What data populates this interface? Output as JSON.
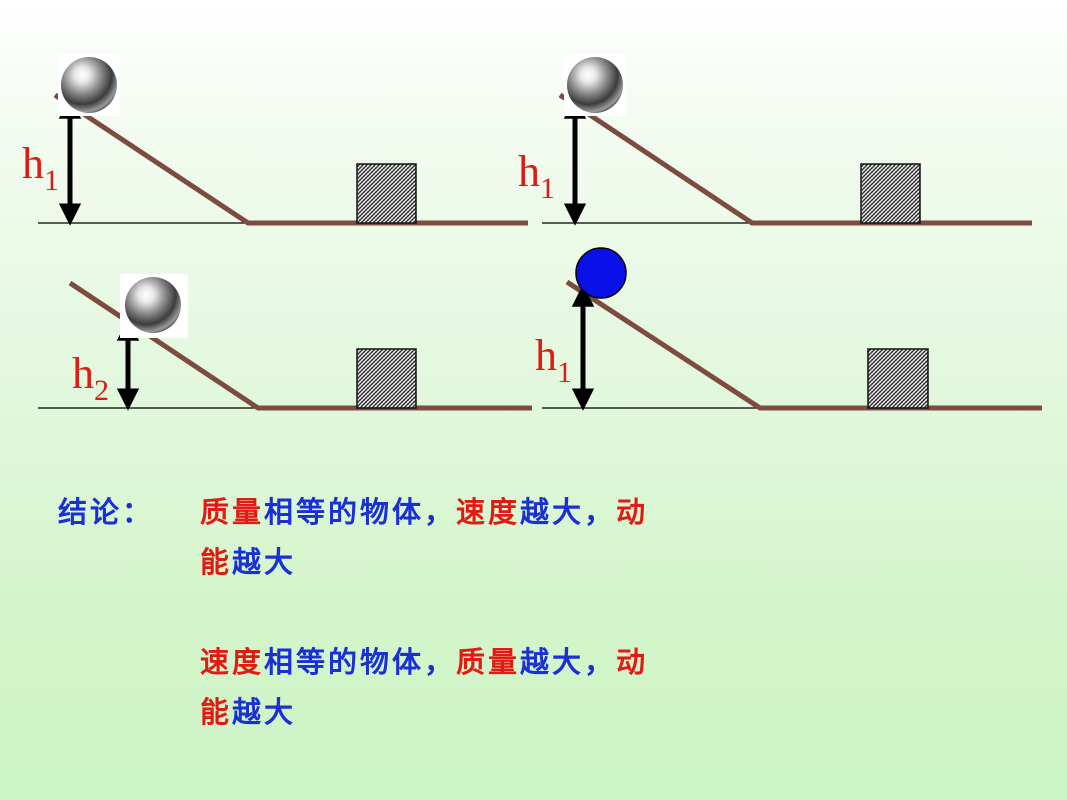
{
  "colors": {
    "ramp": "#7d4b3f",
    "ground_line": "#000000",
    "label_red": "#e11b14",
    "text_blue": "#1a2fd6",
    "blue_ball": "#0a10e8"
  },
  "panels": [
    {
      "height_label": "h",
      "height_subscript": "1",
      "ball": "steel-ball"
    },
    {
      "height_label": "h",
      "height_subscript": "1",
      "ball": "steel-ball"
    },
    {
      "height_label": "h",
      "height_subscript": "2",
      "ball": "steel-ball"
    },
    {
      "height_label": "h",
      "height_subscript": "1",
      "ball": "blue-ball"
    }
  ],
  "conclusion": {
    "label": "结论：",
    "statement_1": {
      "line_1": [
        {
          "text": "质量",
          "color": "red"
        },
        {
          "text": "相等的物体，",
          "color": "blue"
        },
        {
          "text": "速度",
          "color": "red"
        },
        {
          "text": "越大，",
          "color": "blue"
        },
        {
          "text": "动",
          "color": "red"
        }
      ],
      "line_2": [
        {
          "text": "能",
          "color": "red"
        },
        {
          "text": "越大",
          "color": "blue"
        }
      ]
    },
    "statement_2": {
      "line_1": [
        {
          "text": "速度",
          "color": "red"
        },
        {
          "text": "相等的物体，",
          "color": "blue"
        },
        {
          "text": "质量",
          "color": "red"
        },
        {
          "text": "越大，",
          "color": "blue"
        },
        {
          "text": "动",
          "color": "red"
        }
      ],
      "line_2": [
        {
          "text": "能",
          "color": "red"
        },
        {
          "text": "越大",
          "color": "blue"
        }
      ]
    }
  }
}
